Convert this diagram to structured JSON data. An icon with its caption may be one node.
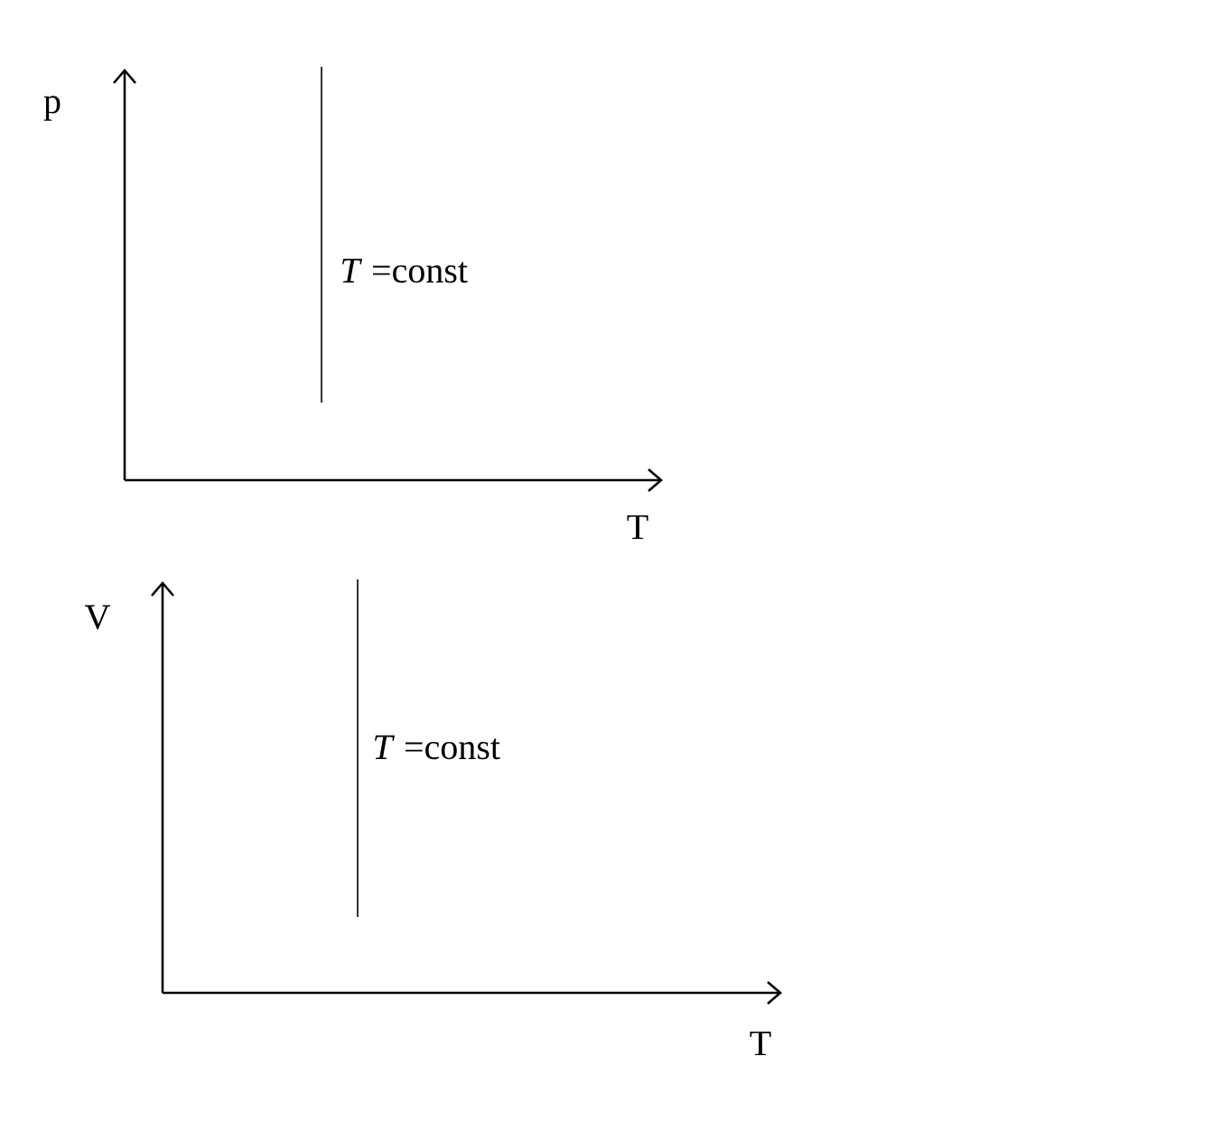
{
  "diagram": {
    "labels": [
      "p",
      "*T* =const",
      "T",
      "V",
      "*T* =const",
      "T"
    ]
  }
}
